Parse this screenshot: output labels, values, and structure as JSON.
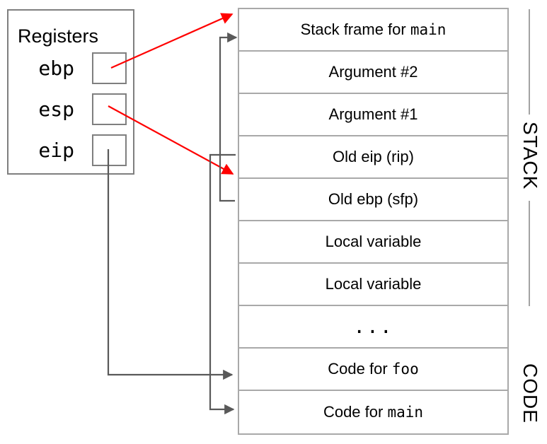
{
  "registers_panel": {
    "title": "Registers",
    "registers": [
      {
        "name": "ebp"
      },
      {
        "name": "esp"
      },
      {
        "name": "eip"
      }
    ]
  },
  "stack_diagram": {
    "rows": [
      {
        "pre": "Stack frame for ",
        "mono": "main"
      },
      {
        "pre": "Argument #2",
        "mono": ""
      },
      {
        "pre": "Argument #1",
        "mono": ""
      },
      {
        "pre": "Old eip (rip)",
        "mono": ""
      },
      {
        "pre": "Old ebp (sfp)",
        "mono": ""
      },
      {
        "pre": "Local variable",
        "mono": ""
      },
      {
        "pre": "Local variable",
        "mono": ""
      },
      {
        "pre": "",
        "mono": "..."
      },
      {
        "pre": "Code for ",
        "mono": "foo"
      },
      {
        "pre": "Code for ",
        "mono": "main"
      }
    ]
  },
  "side_labels": {
    "stack": "STACK",
    "code": "CODE"
  },
  "connections": [
    {
      "from": "ebp register",
      "to": "top of stack frame for main",
      "style": "red-arrow"
    },
    {
      "from": "esp register",
      "to": "boundary between Old eip (rip) and Old ebp (sfp)",
      "style": "red-arrow"
    },
    {
      "from": "Old ebp (sfp) cell",
      "to": "Stack frame for main",
      "style": "gray-arrow"
    },
    {
      "from": "Old eip (rip) cell",
      "to": "Code for main",
      "style": "gray-arrow"
    },
    {
      "from": "eip register",
      "to": "Code for foo",
      "style": "gray-arrow"
    }
  ],
  "colors": {
    "red_arrow": "#ff0000",
    "gray_arrow": "#595959",
    "panel_border": "#7f7f7f",
    "table_border": "#a9a9a9",
    "side_line": "#8c8c8c",
    "text": "#000000"
  }
}
